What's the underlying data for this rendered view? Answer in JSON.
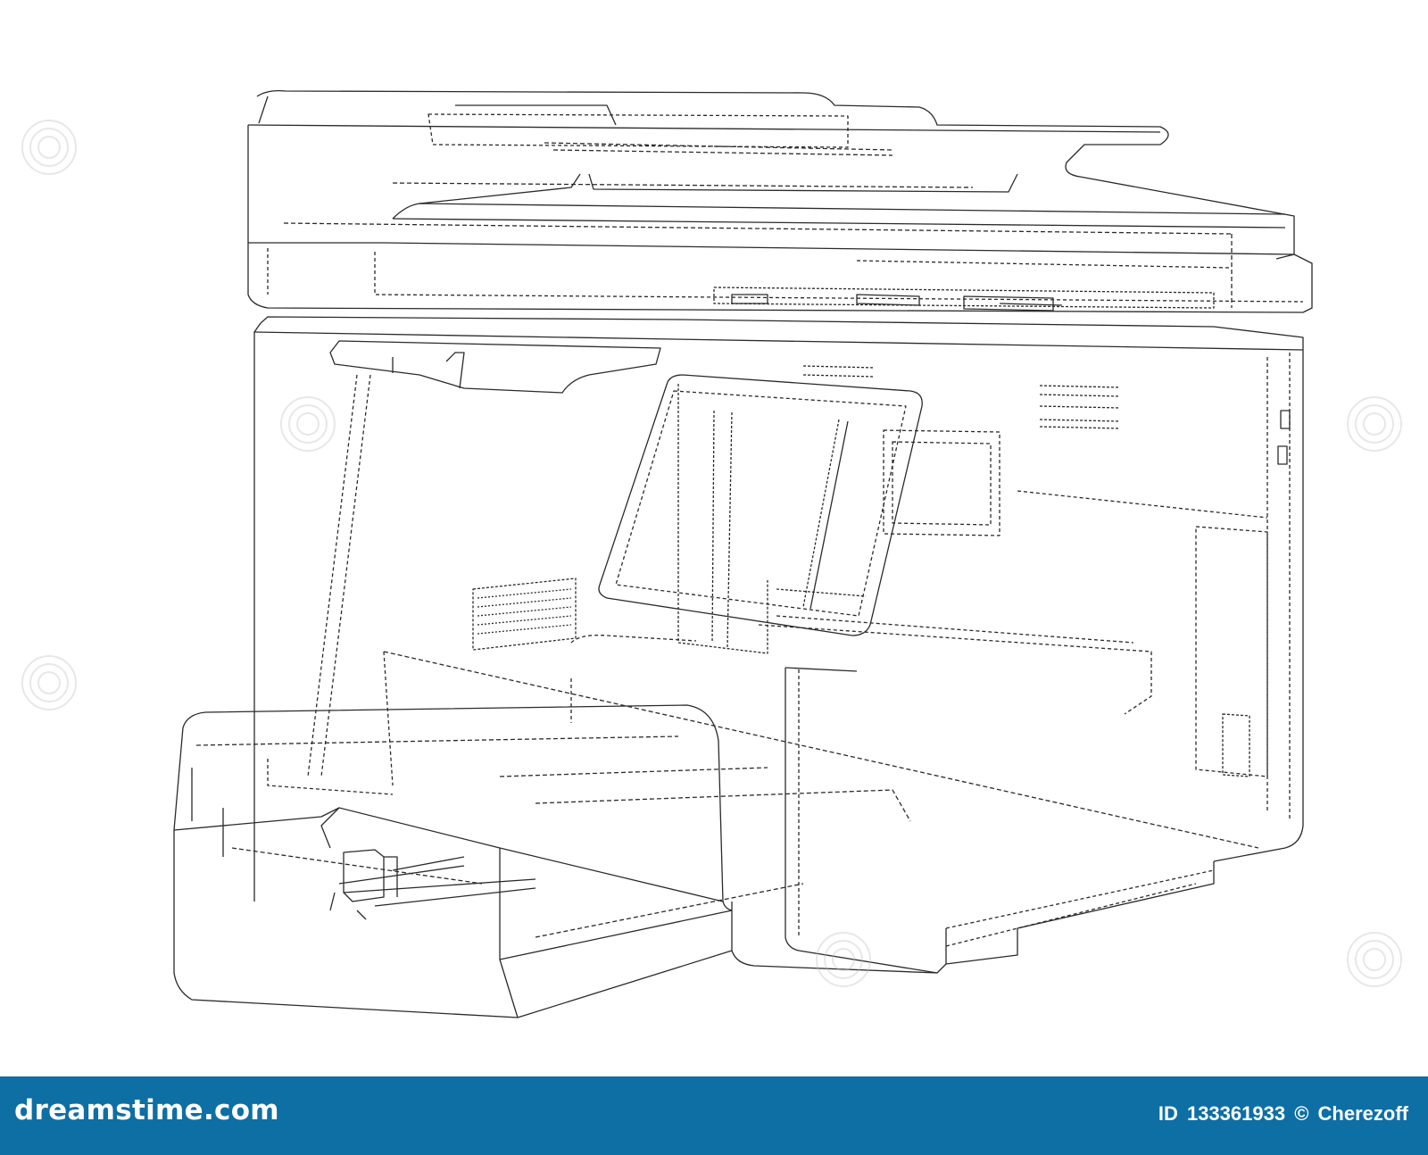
{
  "footer": {
    "logo_text": "dreamstime.com",
    "id_label": "ID",
    "image_id": "133361933",
    "copyright_symbol": "©",
    "author": "Cherezoff",
    "background_color": "#0d6fa3",
    "text_color": "#ffffff"
  },
  "watermark": {
    "icon": "spiral-logo-icon",
    "color": "#cfcfcf"
  },
  "illustration": {
    "icon": "printer-wireframe-icon",
    "stroke_color": "#2a2a2a"
  }
}
